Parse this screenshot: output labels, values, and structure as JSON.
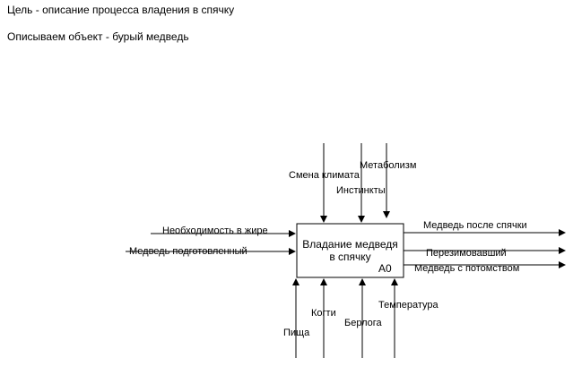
{
  "notes": {
    "goal": "Цель - описание процесса владения в спячку",
    "object": "Описываем объект - бурый медведь"
  },
  "function_box": {
    "title_line1": "Владание медведя",
    "title_line2": "в спячку",
    "code": "A0"
  },
  "inputs": [
    "Необходимость в жире",
    "Медведь подготовленный"
  ],
  "controls": [
    "Смена климата",
    "Инстинкты",
    "Метаболизм"
  ],
  "outputs": [
    "Медведь после спячки",
    "Перезимовавший",
    "Медведь с потомством"
  ],
  "mechanisms": [
    "Пища",
    "Когти",
    "Берлога",
    "Температура"
  ]
}
